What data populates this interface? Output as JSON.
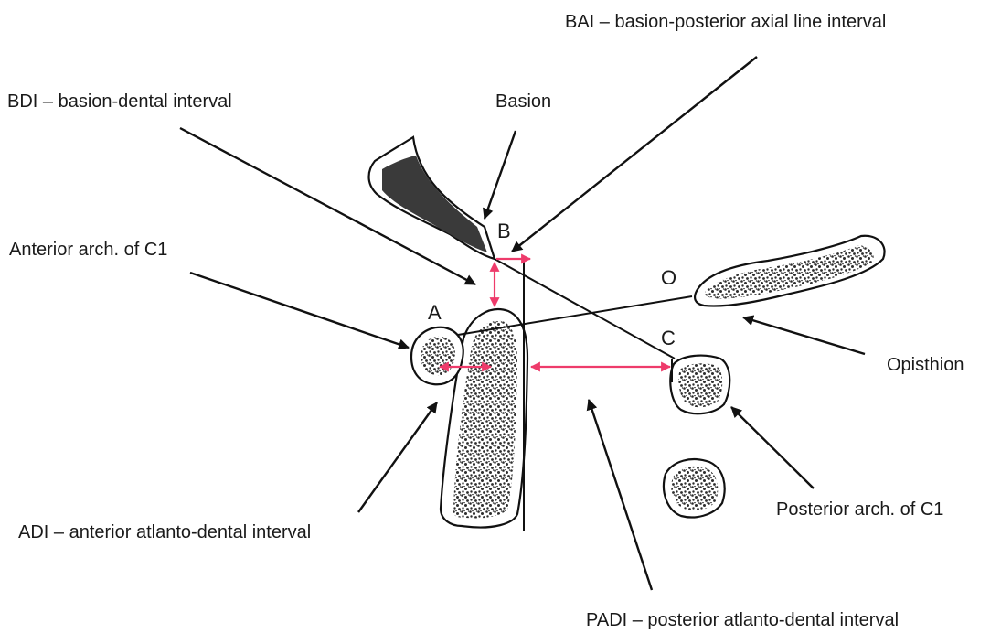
{
  "labels": {
    "bai": "BAI – basion-posterior axial line interval",
    "bdi": "BDI – basion-dental interval",
    "basion": "Basion",
    "anterior_arch": "Anterior arch. of C1",
    "opisthion": "Opisthion",
    "adi": "ADI – anterior atlanto-dental interval",
    "posterior_arch": "Posterior arch. of C1",
    "padi": "PADI – posterior atlanto-dental interval"
  },
  "points": {
    "a": "A",
    "b": "B",
    "c": "C",
    "o": "O"
  },
  "colors": {
    "measurement": "#ee3b6b",
    "line": "#111111",
    "bone_texture": "#3a3a3a",
    "background": "#ffffff"
  }
}
